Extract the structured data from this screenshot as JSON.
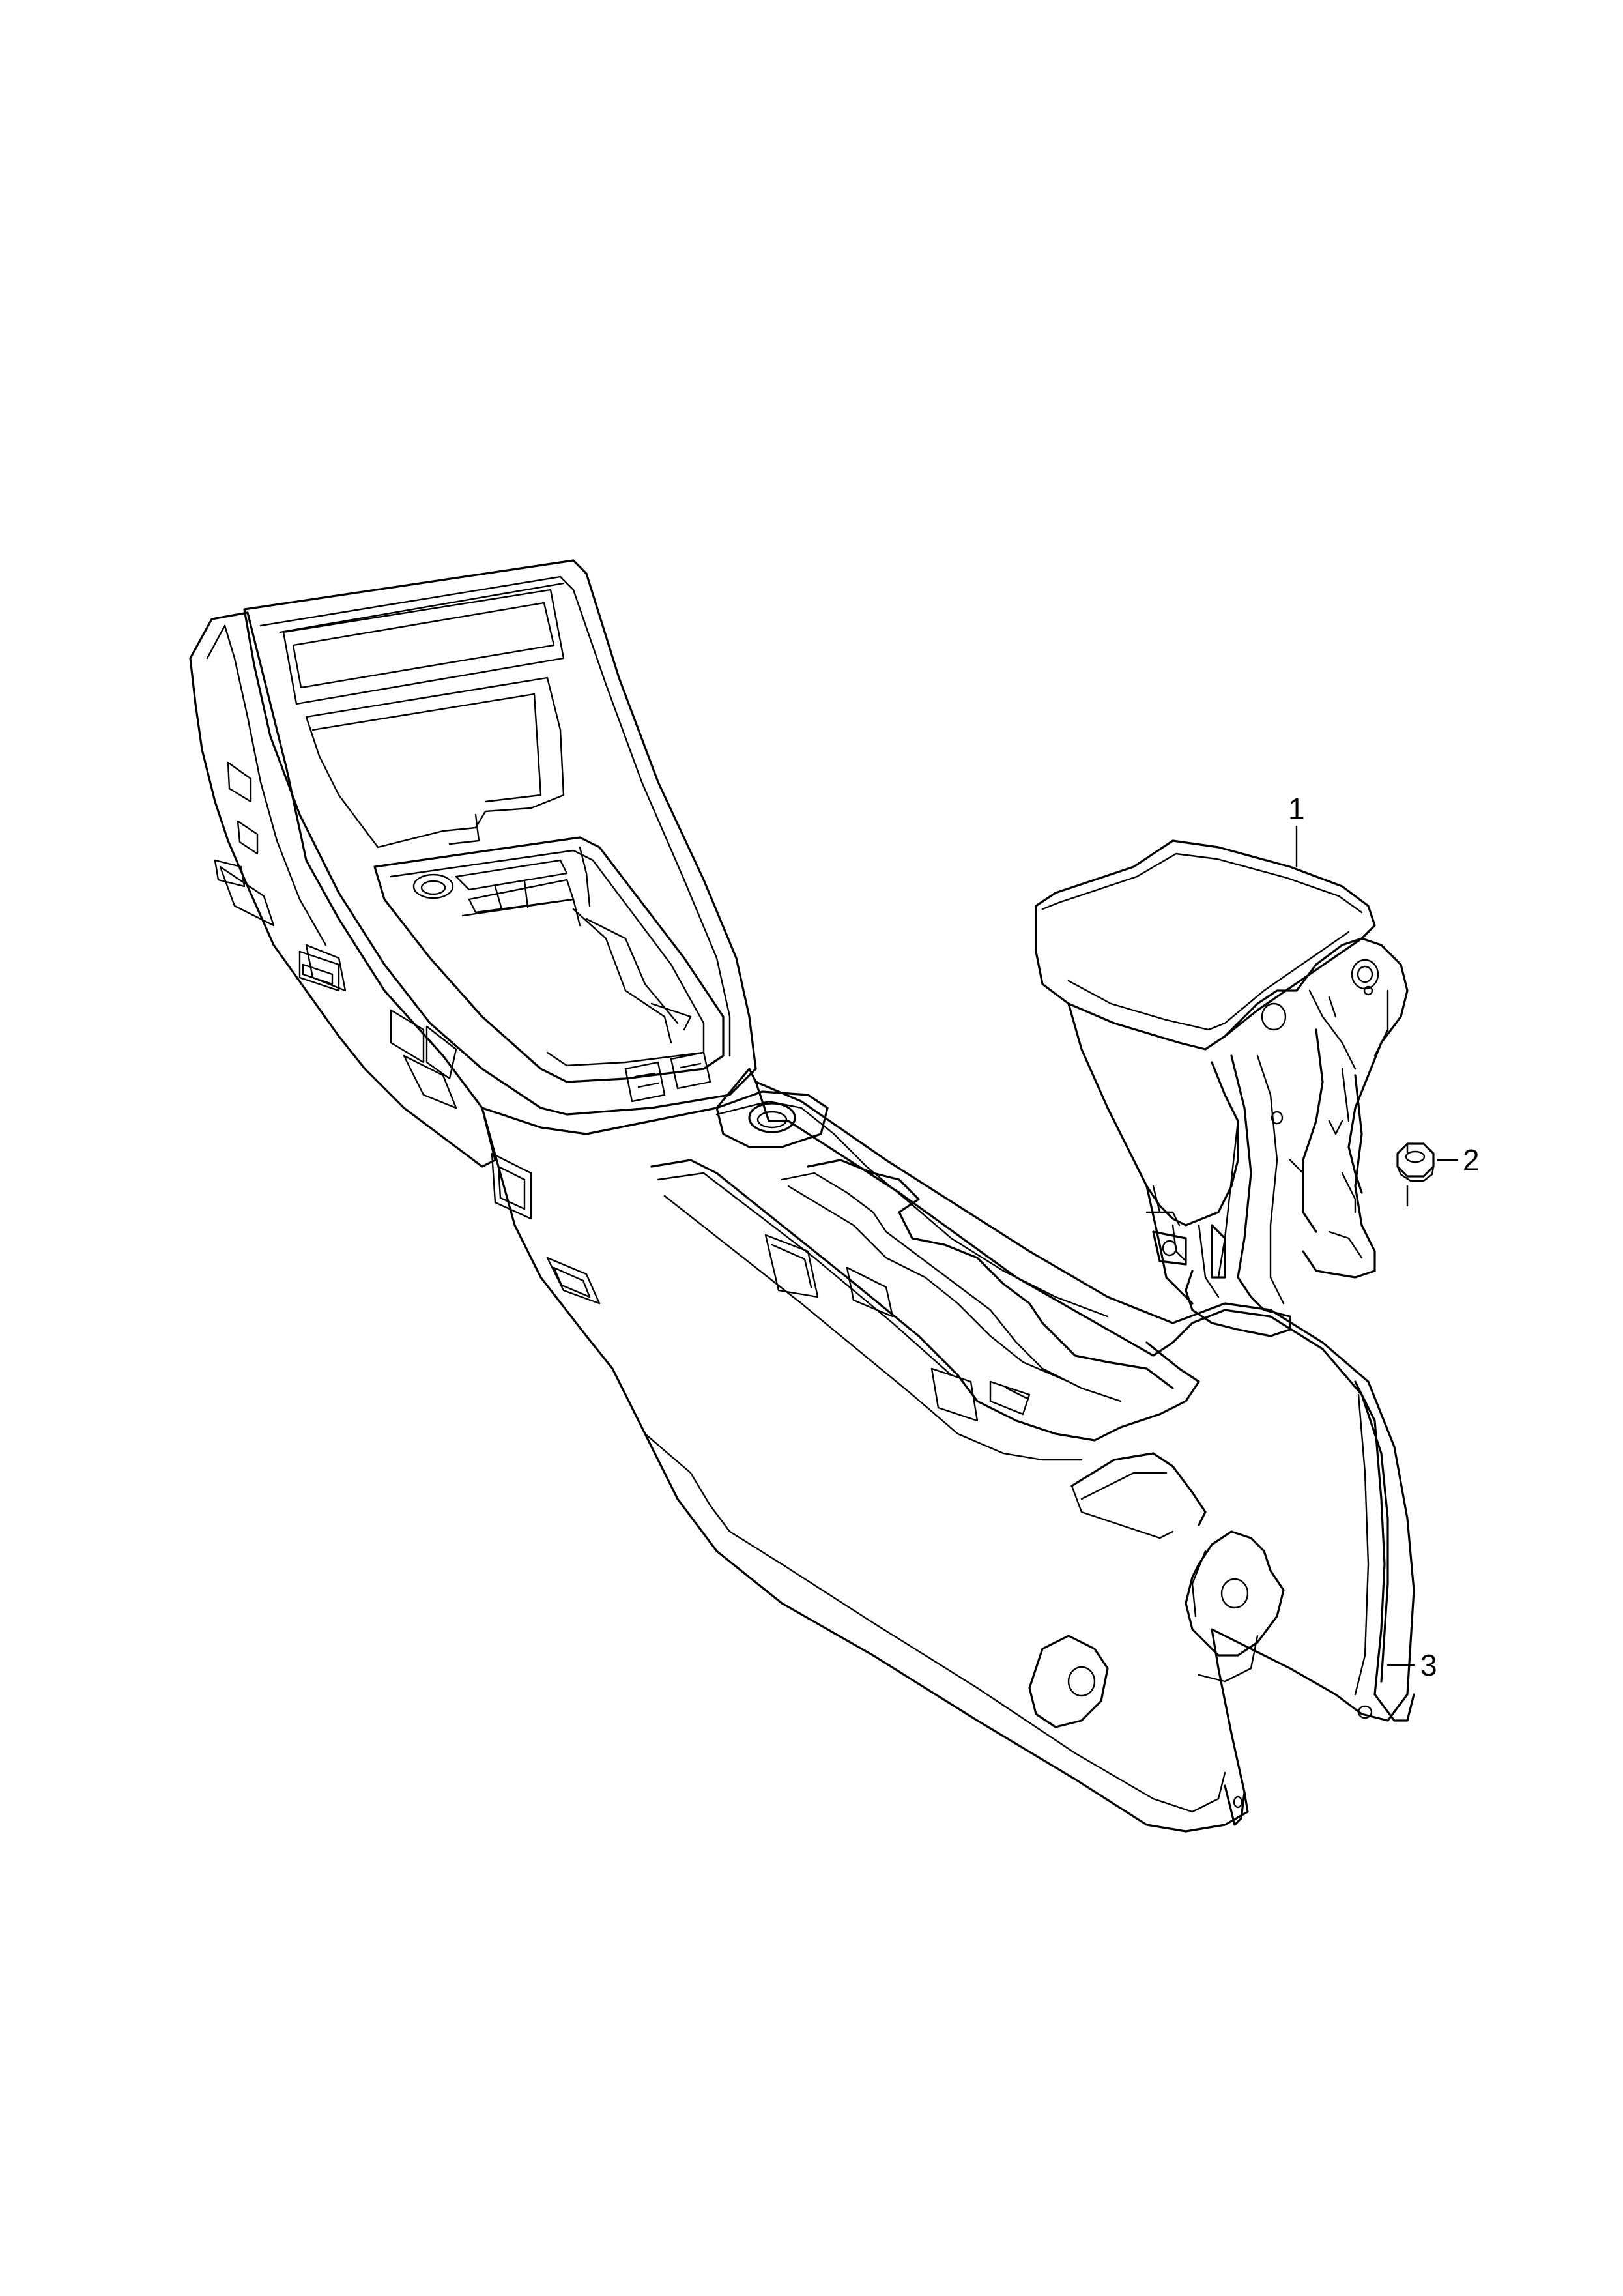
{
  "diagram": {
    "callouts": [
      {
        "id": "1",
        "label": "1"
      },
      {
        "id": "2",
        "label": "2"
      },
      {
        "id": "3",
        "label": "3"
      }
    ],
    "parts": [
      {
        "callout": "1",
        "icon": "armrest-icon"
      },
      {
        "callout": "2",
        "icon": "hex-nut-icon"
      },
      {
        "callout": "3",
        "icon": "center-console-icon"
      }
    ]
  }
}
